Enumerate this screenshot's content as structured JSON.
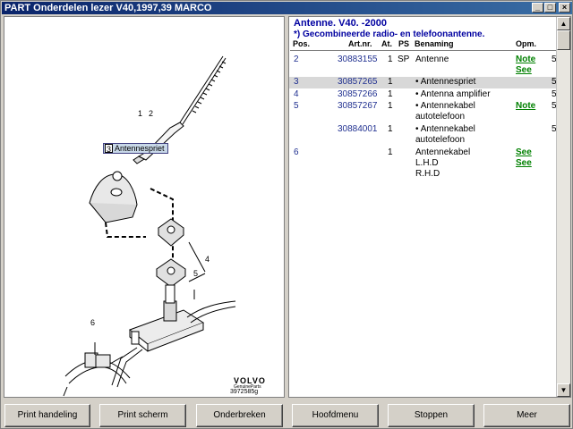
{
  "window": {
    "title": "PART Onderdelen lezer V40,1997,39 MARCO",
    "controls": [
      "_",
      "□",
      "×"
    ]
  },
  "diagram": {
    "callout_number": "3",
    "callout_label": "Antennespriet",
    "ref_labels": [
      "1",
      "2",
      "4",
      "5",
      "6"
    ],
    "brand": "VOLVO",
    "brand_sub": "GenuineParts",
    "drawing_id": "3972585g"
  },
  "parts": {
    "title": "Antenne. V40. -2000",
    "subtitle": "*) Gecombineerde radio- en telefoonantenne.",
    "columns": {
      "pos": "Pos.",
      "artnr": "Art.nr.",
      "at": "At.",
      "ps": "PS",
      "benaming": "Benaming",
      "opm": "Opm."
    },
    "rows": [
      {
        "pos": "2",
        "artnr": "30883155",
        "at": "1",
        "ps": "SP",
        "name": [
          "Antenne"
        ],
        "links": [
          "Note",
          "See"
        ],
        "qty": "5"
      },
      {
        "pos": "3",
        "artnr": "30857265",
        "at": "1",
        "ps": "",
        "name": [
          "• Antennespriet"
        ],
        "links": [],
        "qty": "5"
      },
      {
        "pos": "4",
        "artnr": "30857266",
        "at": "1",
        "ps": "",
        "name": [
          "• Antenna amplifier"
        ],
        "links": [],
        "qty": "5"
      },
      {
        "pos": "5",
        "artnr": "30857267",
        "at": "1",
        "ps": "",
        "name": [
          "• Antennekabel",
          "autotelefoon"
        ],
        "links": [
          "Note"
        ],
        "qty": "5"
      },
      {
        "pos": "",
        "artnr": "30884001",
        "at": "1",
        "ps": "",
        "name": [
          "• Antennekabel",
          "autotelefoon"
        ],
        "links": [],
        "qty": "5"
      },
      {
        "pos": "6",
        "artnr": "",
        "at": "1",
        "ps": "",
        "name": [
          "Antennekabel",
          "L.H.D",
          "R.H.D"
        ],
        "links": [
          "See",
          "See"
        ],
        "qty": ""
      }
    ]
  },
  "buttons": {
    "print_handeling": "Print handeling",
    "print_scherm": "Print scherm",
    "onderbreken": "Onderbreken",
    "hoofdmenu": "Hoofdmenu",
    "stoppen": "Stoppen",
    "meer": "Meer"
  }
}
